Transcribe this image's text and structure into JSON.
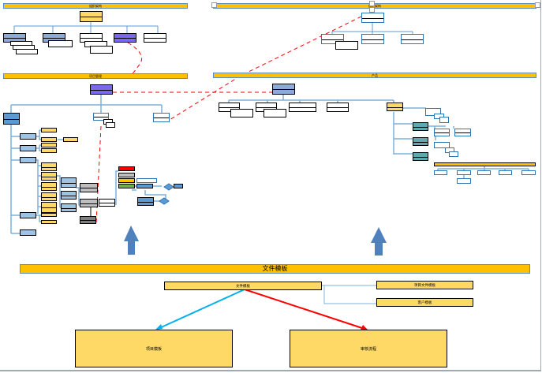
{
  "sections": {
    "top_left_header": "组织架构",
    "top_right_header": "组织架构",
    "mid_left_header": "项目管理",
    "mid_right_header": "产品"
  },
  "template": {
    "header": "文件模板",
    "main_box": "文件模板",
    "right_box_1": "项目文件模板",
    "right_box_2": "客户模板",
    "bottom_left": "项目模板",
    "bottom_right": "审核流程"
  },
  "colors": {
    "header_bar": "#ffc000",
    "template_box": "#ffd966",
    "arrow_blue": "#00b0f0",
    "arrow_red": "#ff0000",
    "connector": "#5b9bd5",
    "dashed_link": "#ff0000",
    "up_arrow": "#4f81bd"
  }
}
